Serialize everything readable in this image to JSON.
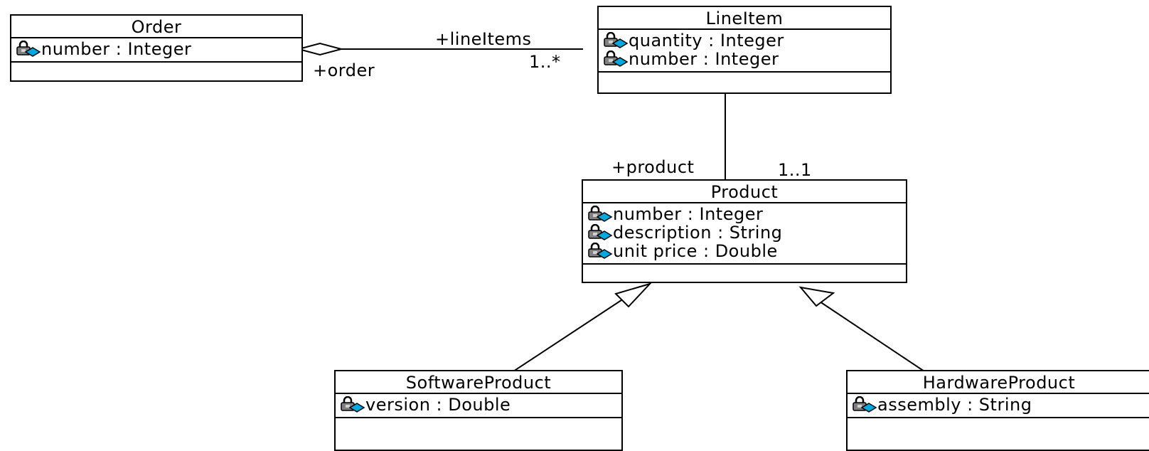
{
  "classes": {
    "order": {
      "name": "Order",
      "attributes": [
        "number : Integer"
      ]
    },
    "lineitem": {
      "name": "LineItem",
      "attributes": [
        "quantity : Integer",
        "number : Integer"
      ]
    },
    "product": {
      "name": "Product",
      "attributes": [
        "number : Integer",
        "description : String",
        "unit price : Double"
      ]
    },
    "software_product": {
      "name": "SoftwareProduct",
      "attributes": [
        "version : Double"
      ]
    },
    "hardware_product": {
      "name": "HardwareProduct",
      "attributes": [
        "assembly : String"
      ]
    }
  },
  "relationships": {
    "order_lineitems": {
      "type": "aggregation",
      "role_lineitem": "+lineItems",
      "multiplicity_lineitem": "1..*",
      "role_order": "+order"
    },
    "lineitem_product": {
      "type": "association",
      "role_product": "+product",
      "multiplicity_product": "1..1"
    },
    "software_generalization": {
      "type": "generalization"
    },
    "hardware_generalization": {
      "type": "generalization"
    }
  },
  "icons": {
    "attribute_icon": "private-attribute-icon",
    "lock_color": "#808080",
    "diamond_color": "#00a8e0"
  }
}
